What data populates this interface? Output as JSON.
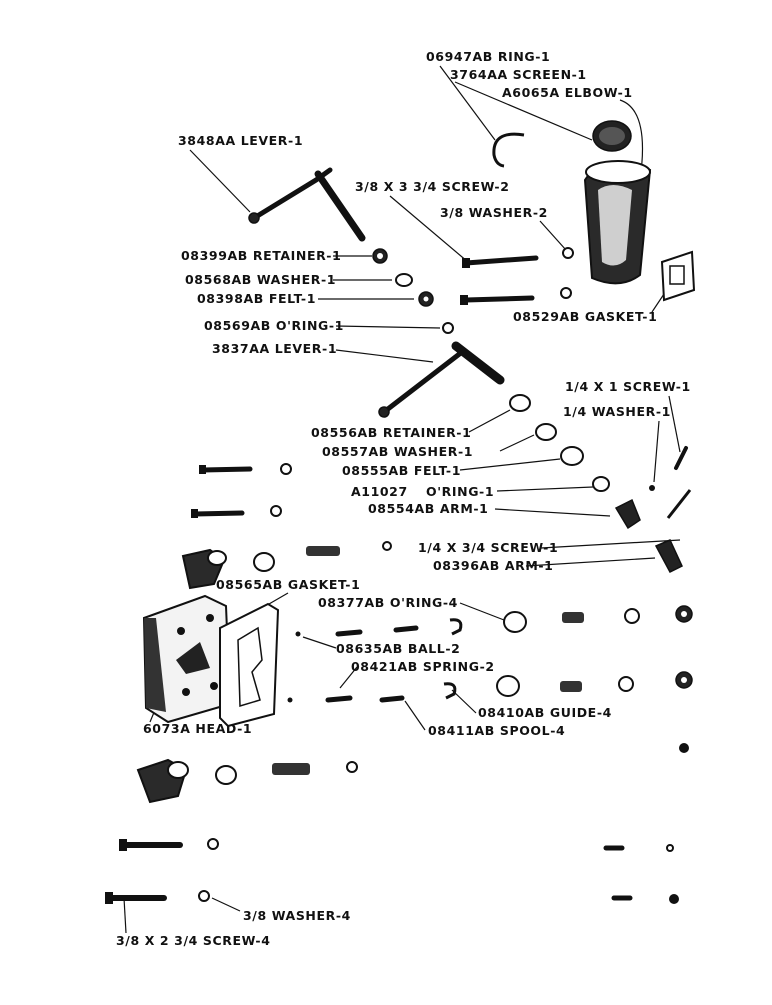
{
  "labels": {
    "ring_06947ab": "06947AB RING-1",
    "screen_3764aa": "3764AA SCREEN-1",
    "elbow_a6065a": "A6065A ELBOW-1",
    "lever_3848aa": "3848AA LEVER-1",
    "screw_38x334": "3/8 X 3 3/4 SCREW-2",
    "washer_38_2": "3/8 WASHER-2",
    "retainer_08399ab": "08399AB RETAINER-1",
    "washer_08568ab": "08568AB WASHER-1",
    "felt_08398ab": "08398AB FELT-1",
    "gasket_08529ab": "08529AB GASKET-1",
    "oring_08569ab": "08569AB O'RING-1",
    "lever_3837aa": "3837AA LEVER-1",
    "screw_14x1": "1/4 X 1 SCREW-1",
    "washer_14": "1/4 WASHER-1",
    "retainer_08556ab": "08556AB RETAINER-1",
    "washer_08557ab": "08557AB WASHER-1",
    "felt_08555ab": "08555AB FELT-1",
    "oring_a11027_code": "A11027",
    "oring_a11027_name": "O'RING-1",
    "arm_08554ab": "08554AB ARM-1",
    "screw_14x34": "1/4 X 3/4 SCREW-1",
    "arm_08396ab": "08396AB ARM-1",
    "gasket_08565ab": "08565AB GASKET-1",
    "oring_08377ab": "08377AB O'RING-4",
    "ball_08635ab": "08635AB BALL-2",
    "spring_08421ab": "08421AB SPRING-2",
    "guide_08410ab": "08410AB GUIDE-4",
    "head_6073a": "6073A HEAD-1",
    "spool_08411ab": "08411AB SPOOL-4",
    "washer_38_4": "3/8 WASHER-4",
    "screw_38x234": "3/8 X 2 3/4 SCREW-4"
  }
}
